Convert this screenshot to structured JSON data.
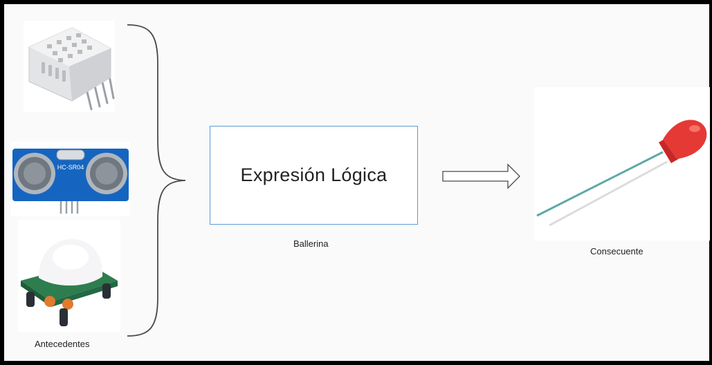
{
  "diagram": {
    "inputs_caption": "Antecedentes",
    "logic_box_text": "Expresión Lógica",
    "logic_caption": "Ballerina",
    "output_caption": "Consecuente",
    "sensors": [
      {
        "icon": "dht-sensor-icon",
        "pcb_label": ""
      },
      {
        "icon": "ultrasonic-sensor-icon",
        "pcb_label": "HC-SR04"
      },
      {
        "icon": "pir-sensor-icon",
        "pcb_label": ""
      }
    ],
    "output_device": {
      "icon": "red-led-icon"
    },
    "colors": {
      "box_border": "#5b9bd5",
      "frame": "#000000",
      "led": "#e53935",
      "ultrasonic_pcb": "#1565c0",
      "pir_pcb": "#2e7d4f"
    }
  }
}
